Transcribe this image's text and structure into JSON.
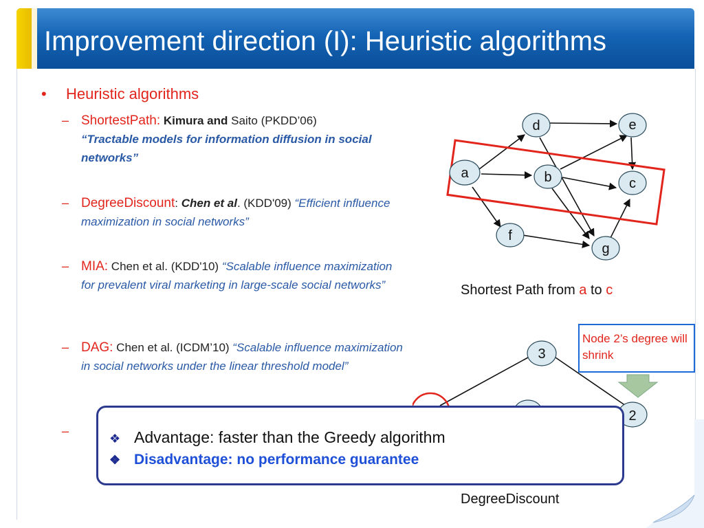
{
  "slide": {
    "title": "Improvement direction (I): Heuristic algorithms",
    "bullet": "Heuristic algorithms",
    "items": [
      {
        "name": "ShortestPath:",
        "authors_bold": "Kimura and",
        "authors": " Saito (PKDD’06)",
        "paper": "“Tractable models for information diffusion in social networks”"
      },
      {
        "name": "DegreeDiscount",
        "sep": ": ",
        "authors_bold": "Chen et al",
        "authors": ". (KDD'09) ",
        "paper": "“Efficient influence maximization in social networks”"
      },
      {
        "name": "MIA:",
        "authors": " Chen et al. (KDD'10) ",
        "paper": "“Scalable influence maximization for  prevalent viral marketing in large-scale social networks”"
      },
      {
        "name": "DAG:",
        "authors": " Chen et al. (ICDM’10) ",
        "paper": "“Scalable influence maximization in social networks under the linear threshold model”"
      }
    ],
    "dash": "–",
    "bullet_glyph": "•"
  },
  "graph1": {
    "caption_prefix": "Shortest Path from ",
    "caption_a": "a",
    "caption_mid": " to ",
    "caption_c": "c",
    "nodes": [
      "a",
      "b",
      "c",
      "d",
      "e",
      "f",
      "g"
    ],
    "colors": {
      "node_fill": "#dbe9f0",
      "highlight": "#e2251c"
    }
  },
  "graph2": {
    "caption": "DegreeDiscount",
    "nodes": [
      "3",
      "2"
    ],
    "note": "Node 2’s degree will shrink"
  },
  "callout": {
    "advantage": "Advantage: faster than the Greedy algorithm",
    "disadvantage": "Disadvantage: no performance guarantee",
    "glyph": "❖"
  },
  "colors": {
    "accent_red": "#e2251c",
    "accent_blue": "#1d4fd8",
    "title_blue": "#1463b4"
  }
}
